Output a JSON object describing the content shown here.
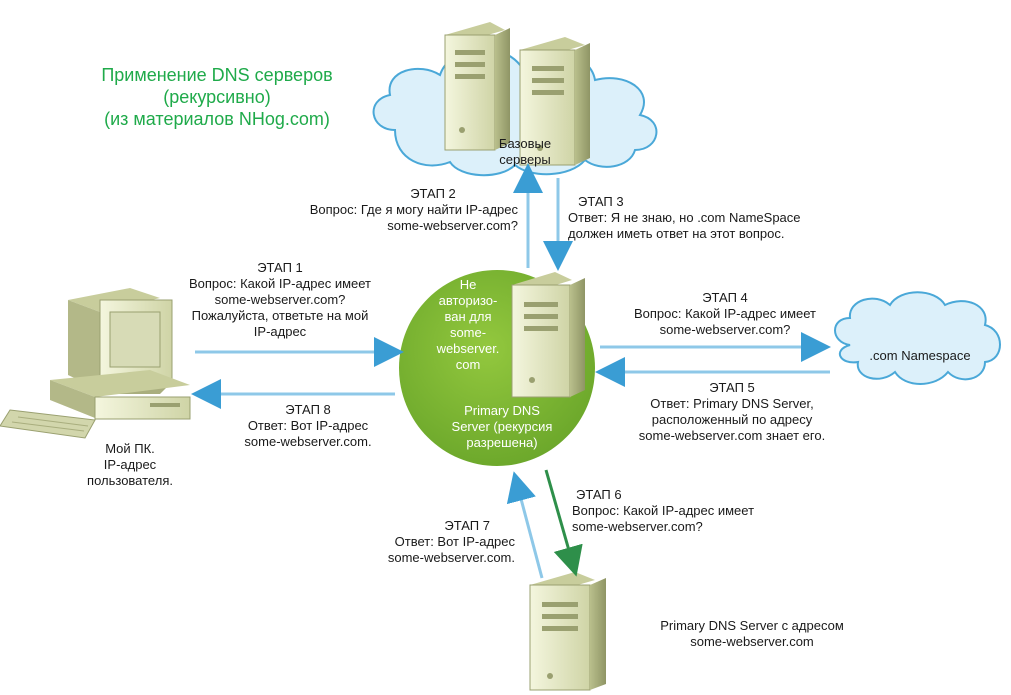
{
  "title_lines": [
    "Применение DNS серверов",
    "(рекурсивно)",
    "(из материалов NHog.com)"
  ],
  "root_servers_label": [
    "Базовые",
    "серверы"
  ],
  "dns_circle": {
    "top_lines": [
      "Не",
      "авторизо-",
      "ван для",
      "some-",
      "webserver.",
      "com"
    ],
    "bottom_lines": [
      "Primary DNS",
      "Server (рекурсия",
      "разрешена)"
    ]
  },
  "namespace_label": ".com Namespace",
  "pc_label": [
    "Мой ПК.",
    "IP-адрес",
    "пользователя."
  ],
  "target_server_label": [
    "Primary DNS Server с адресом",
    "some-webserver.com"
  ],
  "steps": {
    "step1": [
      "ЭТАП 1",
      "Вопрос: Какой IP-адрес имеет",
      "some-webserver.com?",
      "Пожалуйста, ответьте на мой",
      "IP-адрес"
    ],
    "step2": [
      "ЭТАП 2",
      "Вопрос: Где я могу найти IP-адрес",
      "some-webserver.com?"
    ],
    "step3": [
      "ЭТАП 3",
      "Ответ: Я не знаю, но .com  NameSpace",
      "должен иметь ответ на этот вопрос."
    ],
    "step4": [
      "ЭТАП 4",
      "Вопрос: Какой IP-адрес имеет",
      "some-webserver.com?"
    ],
    "step5": [
      "ЭТАП 5",
      "Ответ: Primary DNS Server,",
      "расположенный по адресу",
      "some-webserver.com знает его."
    ],
    "step6": [
      "ЭТАП 6",
      "Вопрос: Какой IP-адрес имеет",
      "some-webserver.com?"
    ],
    "step7": [
      "ЭТАП 7",
      "Ответ: Вот IP-адрес",
      "some-webserver.com."
    ],
    "step8": [
      "ЭТАП 8",
      "Ответ: Вот IP-адрес",
      "some-webserver.com."
    ]
  },
  "colors": {
    "title": "#1faa4a",
    "circle": "#7fb832",
    "arrow": "#8ec8e8",
    "arrow_dark": "#2e8f4a",
    "cloud": "#d9eff9",
    "cloud_stroke": "#4aa8d8",
    "server_body": "#e6e9c6"
  }
}
